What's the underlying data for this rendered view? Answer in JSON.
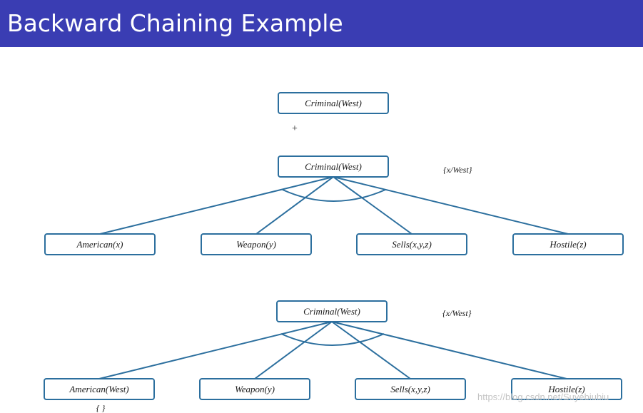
{
  "title": "Backward Chaining Example",
  "colors": {
    "title_bar": "#3a3db3",
    "node_border": "#2c6f9e",
    "edge": "#2c6f9e"
  },
  "diagram": {
    "goal": "Criminal(West)",
    "plus_mark": "+",
    "level2": {
      "root": "Criminal(West)",
      "substitution": "{x/West}",
      "children": [
        "American(x)",
        "Weapon(y)",
        "Sells(x,y,z)",
        "Hostile(z)"
      ]
    },
    "level3": {
      "root": "Criminal(West)",
      "substitution": "{x/West}",
      "children": [
        "American(West)",
        "Weapon(y)",
        "Sells(x,y,z)",
        "Hostile(z)"
      ],
      "child_note": "{ }"
    }
  },
  "watermark": "https://blog.csdn.net/Suyebiubiu"
}
